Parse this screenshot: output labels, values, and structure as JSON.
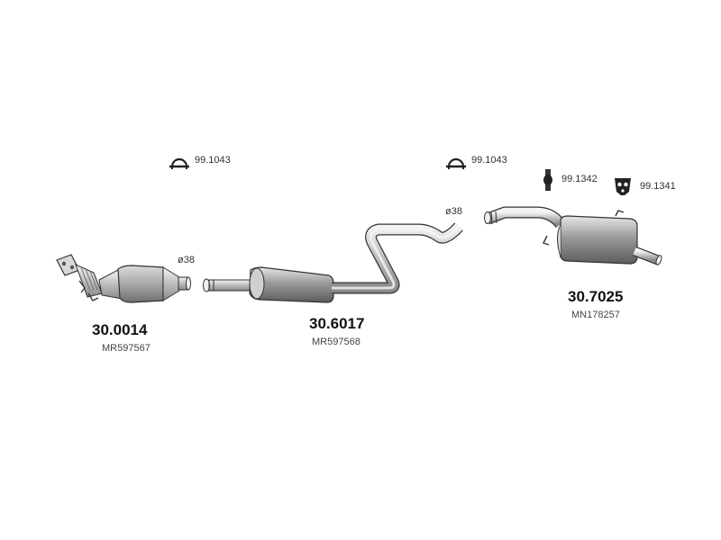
{
  "parts": [
    {
      "number": "30.0014",
      "oem": "MR597567"
    },
    {
      "number": "30.6017",
      "oem": "MR597568"
    },
    {
      "number": "30.7025",
      "oem": "MN178257"
    }
  ],
  "clamps": [
    {
      "code": "99.1043"
    },
    {
      "code": "99.1043"
    }
  ],
  "hangers": [
    {
      "code": "99.1342"
    },
    {
      "code": "99.1341"
    }
  ],
  "diameters": [
    {
      "label": "ø38"
    },
    {
      "label": "ø38"
    }
  ]
}
